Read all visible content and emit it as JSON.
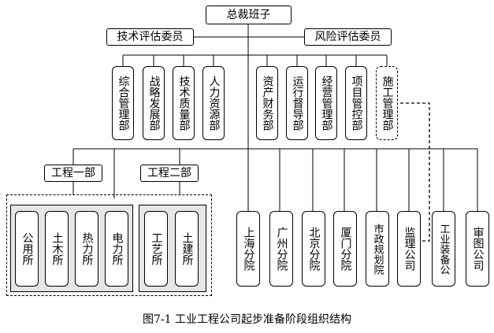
{
  "title": "总裁班子",
  "committees": {
    "tech": "技术评估委员",
    "risk": "风险评估委员"
  },
  "departments": [
    {
      "id": "d1",
      "label": "综合管理部"
    },
    {
      "id": "d2",
      "label": "战略发展部"
    },
    {
      "id": "d3",
      "label": "技术质量部"
    },
    {
      "id": "d4",
      "label": "人力资源部"
    },
    {
      "id": "d5",
      "label": "资产财务部"
    },
    {
      "id": "d6",
      "label": "运行督导部"
    },
    {
      "id": "d7",
      "label": "经营管理部"
    },
    {
      "id": "d8",
      "label": "项目管控部"
    },
    {
      "id": "d9",
      "label": "施工管理部",
      "dashed": true
    }
  ],
  "divisions": [
    {
      "id": "g1",
      "label": "工程一部",
      "units": [
        "公用所",
        "土木所",
        "热力所",
        "电力所"
      ]
    },
    {
      "id": "g2",
      "label": "工程二部",
      "units": [
        "工艺所",
        "土建所"
      ]
    }
  ],
  "branches": [
    {
      "id": "b1",
      "label": "上海分院"
    },
    {
      "id": "b2",
      "label": "广州分院"
    },
    {
      "id": "b3",
      "label": "北京分院"
    },
    {
      "id": "b4",
      "label": "厦门分院"
    },
    {
      "id": "b5",
      "label": "市政规划院"
    },
    {
      "id": "b6",
      "label": "监理公司"
    },
    {
      "id": "b7",
      "label": "工业装备公"
    },
    {
      "id": "b8",
      "label": "审图公司"
    }
  ],
  "caption": "图7-1  工业工程公司起步准备阶段组织结构"
}
